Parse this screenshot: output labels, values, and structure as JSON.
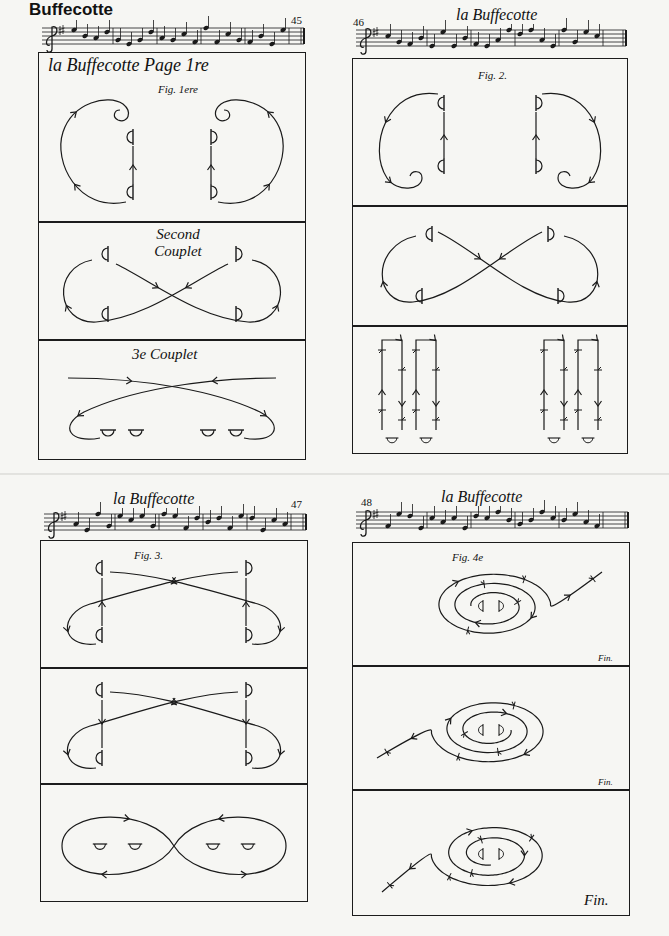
{
  "diagram": {
    "title": "Buffecotte",
    "nodes": [
      {
        "text": [
          "la Buffecotte Page 1re",
          "Fig. 1ere"
        ]
      },
      {
        "text": [
          "Second Couplet"
        ]
      },
      {
        "text": [
          "3e Couplet"
        ]
      },
      {
        "text": [
          "Fig. 2."
        ]
      },
      {
        "text": [
          "Fig. 3."
        ]
      },
      {
        "text": [
          "Fig. 4e",
          "Fin."
        ]
      },
      {
        "text": [
          "Fin."
        ]
      },
      {
        "text": [
          "Fin."
        ]
      }
    ],
    "labels": [
      "45",
      "46",
      "la Buffecotte",
      "la Buffecotte",
      "47",
      "48",
      "la Buffecotte"
    ]
  }
}
